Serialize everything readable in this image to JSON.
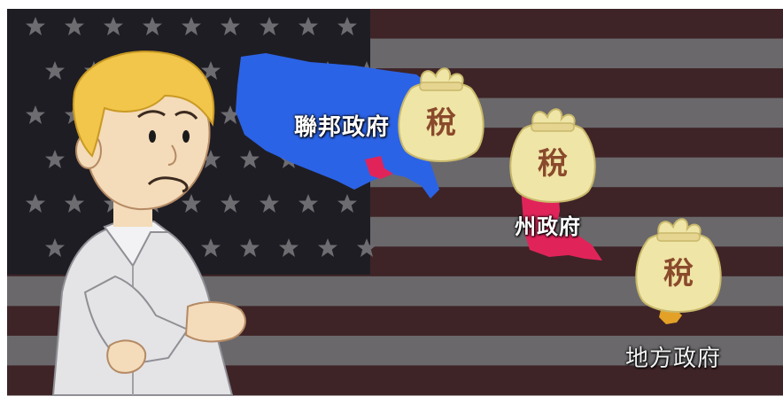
{
  "labels": {
    "federal_government": "聯邦政府",
    "state_government": "州政府",
    "local_government": "地方政府"
  },
  "tax_bags": [
    {
      "text": "稅"
    },
    {
      "text": "稅"
    },
    {
      "text": "稅"
    }
  ],
  "colors": {
    "flag_canton": "#1f1d24",
    "flag_stripe_red": "#3e2427",
    "flag_stripe_grey": "#6a686b",
    "star": "#6d6c70",
    "federal_map": "#2b63e6",
    "state_map": "#e0245a",
    "local_map": "#e3a127",
    "tax_bag": "#efe5a6",
    "tax_text": "#8a4a2c",
    "hair": "#f2c64a",
    "skin": "#f4dbb9",
    "shirt": "#e4e4e6"
  }
}
